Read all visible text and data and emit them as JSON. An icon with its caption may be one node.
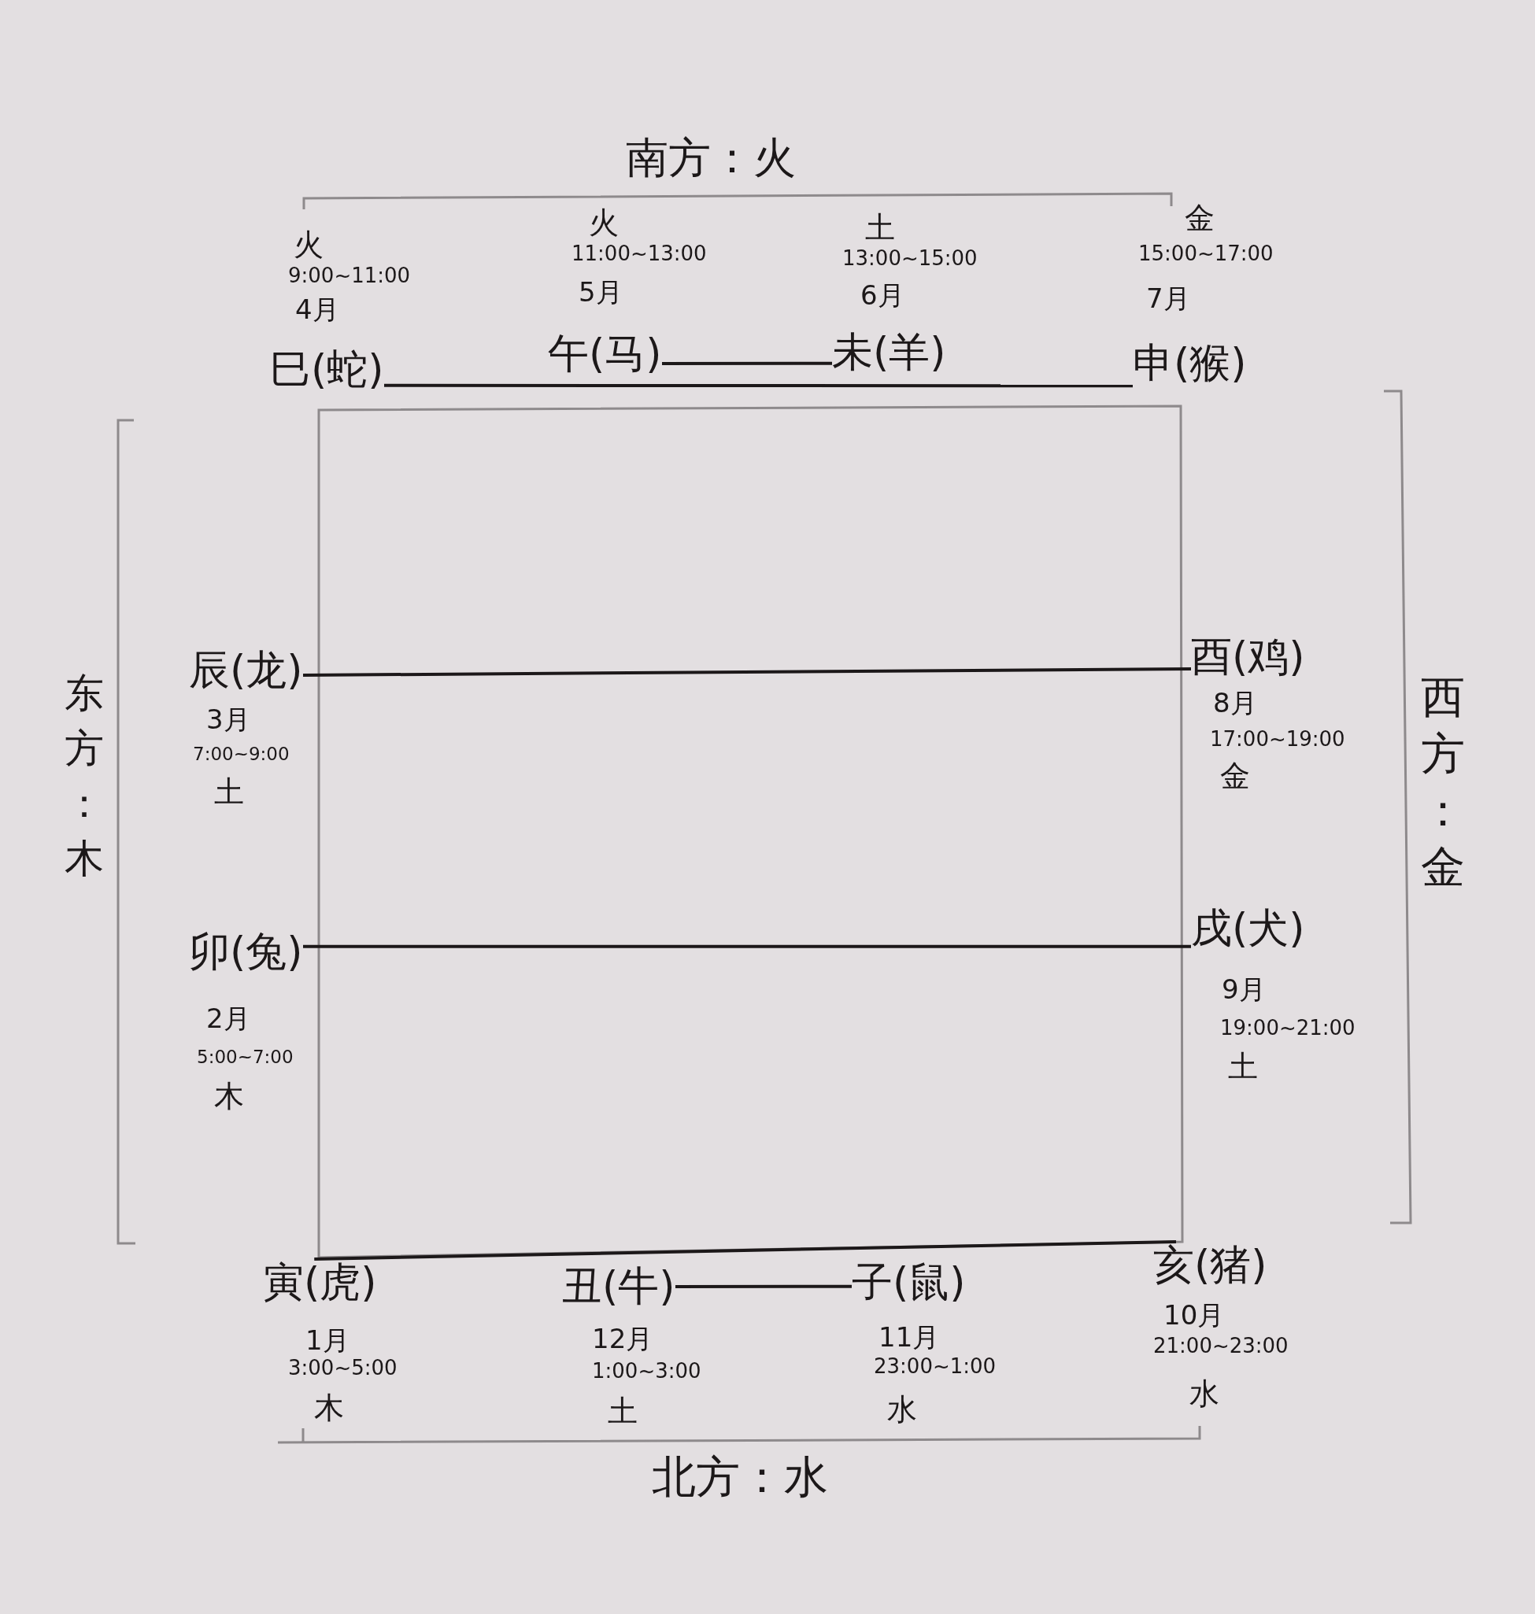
{
  "diagram": {
    "nodes": [
      {
        "text": [
          "巳(蛇)"
        ],
        "beside": [
          "火",
          "9:00~11:00",
          "4月"
        ]
      },
      {
        "text": [
          "午(马)"
        ],
        "beside": [
          "火",
          "11:00~13:00",
          "5月"
        ]
      },
      {
        "text": [
          "未(羊)"
        ],
        "beside": [
          "土",
          "13:00~15:00",
          "6月"
        ]
      },
      {
        "text": [
          "申(猴)"
        ],
        "beside": [
          "金",
          "15:00~17:00",
          "7月"
        ]
      },
      {
        "text": [
          "辰(龙)"
        ],
        "beside": [
          "3月",
          "7:00~9:00",
          "土"
        ]
      },
      {
        "text": [
          "酉(鸡)"
        ],
        "beside": [
          "8月",
          "17:00~19:00",
          "金"
        ]
      },
      {
        "text": [
          "卯(兔)"
        ],
        "beside": [
          "2月",
          "5:00~7:00",
          "木"
        ]
      },
      {
        "text": [
          "戌(犬)"
        ],
        "beside": [
          "9月",
          "19:00~21:00",
          "土"
        ]
      },
      {
        "text": [
          "寅(虎)"
        ],
        "beside": [
          "1月",
          "3:00~5:00",
          "木"
        ]
      },
      {
        "text": [
          "丑(牛)"
        ],
        "beside": [
          "12月",
          "1:00~3:00",
          "土"
        ]
      },
      {
        "text": [
          "子(鼠)"
        ],
        "beside": [
          "11月",
          "23:00~1:00",
          "水"
        ]
      },
      {
        "text": [
          "亥(猪)"
        ],
        "beside": [
          "10月",
          "21:00~23:00",
          "水"
        ]
      }
    ],
    "edges": [
      {
        "from": 1,
        "to": 2,
        "arrow": "none"
      },
      {
        "from": 0,
        "to": 3,
        "arrow": "none"
      },
      {
        "from": 4,
        "to": 5,
        "arrow": "none"
      },
      {
        "from": 6,
        "to": 7,
        "arrow": "none"
      },
      {
        "from": 8,
        "to": 11,
        "arrow": "none"
      },
      {
        "from": 9,
        "to": 10,
        "arrow": "none"
      }
    ],
    "labels": [
      "南方：火",
      "东方：木",
      "西方：金",
      "北方：水"
    ]
  }
}
